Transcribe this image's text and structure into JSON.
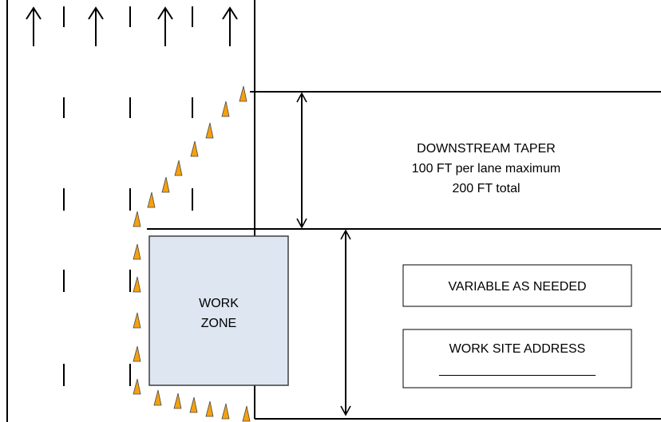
{
  "colors": {
    "line": "#000000",
    "cone_fill": "#f5a00e",
    "cone_stroke": "#4a4a4a",
    "work_zone_fill": "#dde6f1",
    "work_zone_stroke": "#3f3f3f",
    "background": "#ffffff"
  },
  "icons": {
    "traffic_arrow": "up-arrow-icon",
    "cone": "traffic-cone-icon",
    "dimension_arrow": "double-headed-arrow-icon"
  },
  "work_zone": {
    "line1": "WORK",
    "line2": "ZONE"
  },
  "downstream_taper": {
    "line1": "DOWNSTREAM TAPER",
    "line2": "100 FT per lane maximum",
    "line3": "200 FT total"
  },
  "variable_box": {
    "label": "VARIABLE AS NEEDED"
  },
  "address_box": {
    "label": "WORK SITE ADDRESS",
    "blank": "______________________"
  }
}
